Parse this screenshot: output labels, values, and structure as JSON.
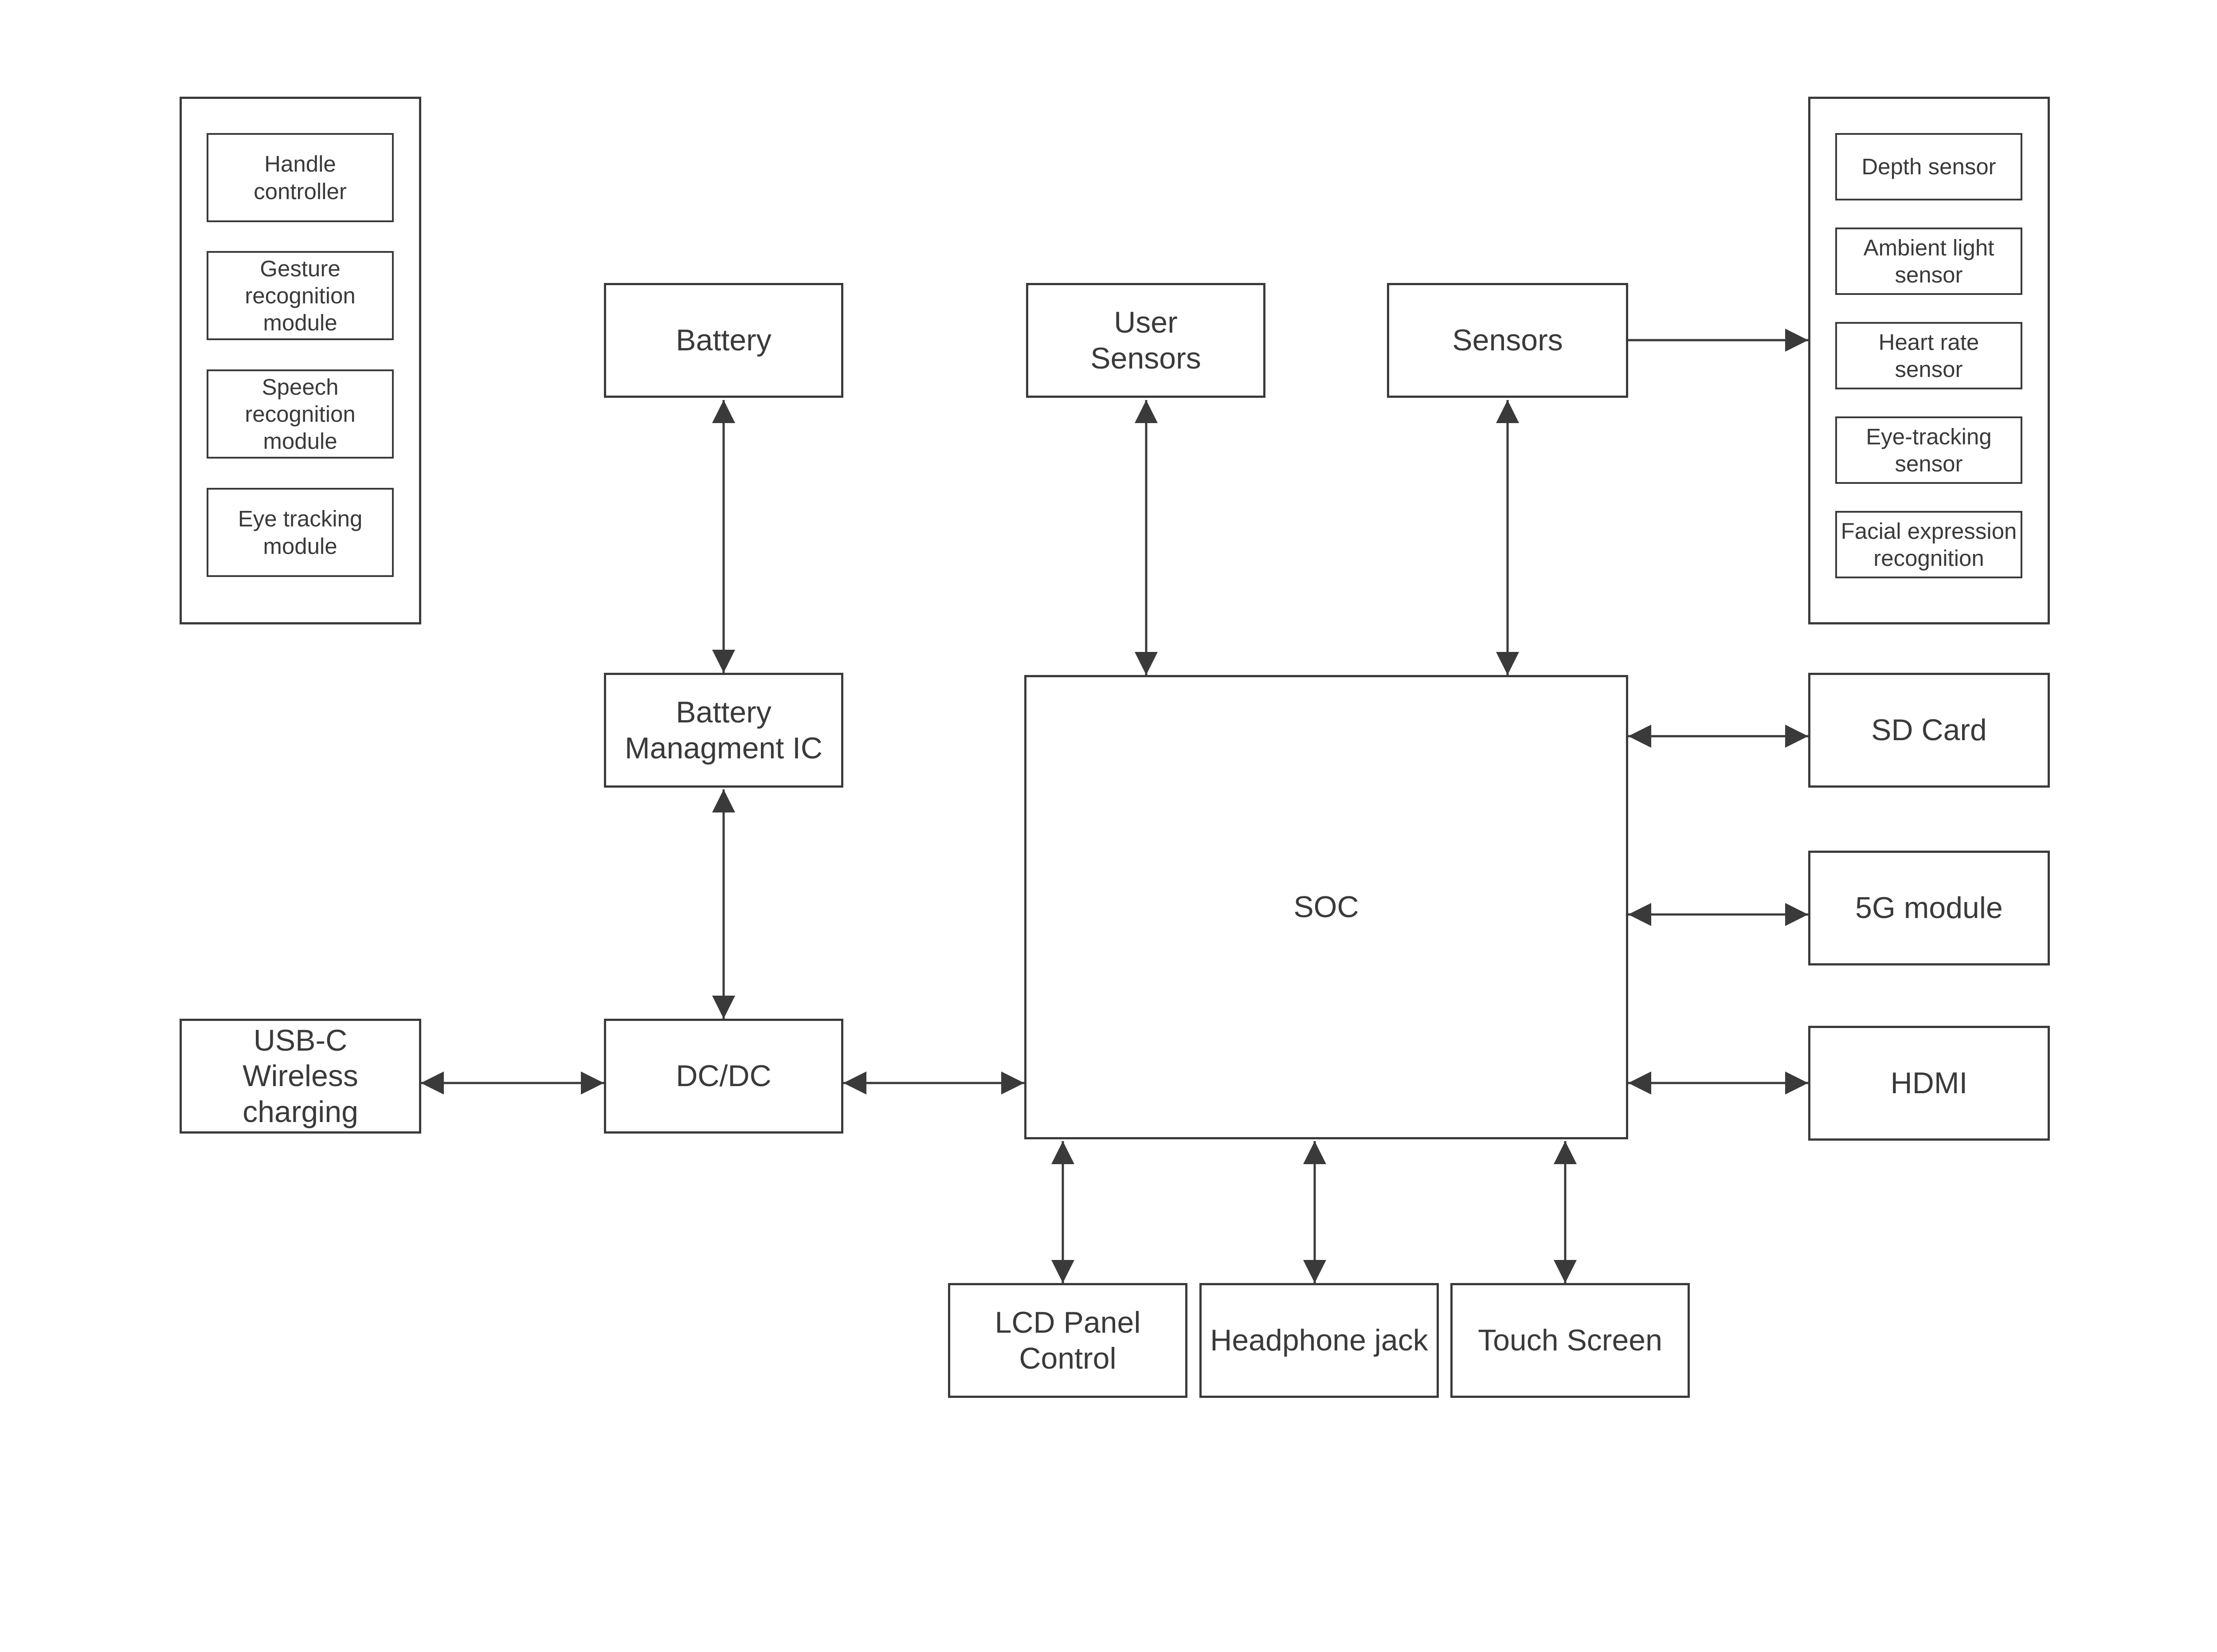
{
  "left_group": {
    "items": [
      "Handle\ncontroller",
      "Gesture\nrecognition\nmodule",
      "Speech\nrecognition\nmodule",
      "Eye tracking\nmodule"
    ]
  },
  "right_group": {
    "items": [
      "Depth sensor",
      "Ambient light\nsensor",
      "Heart rate\nsensor",
      "Eye-tracking\nsensor",
      "Facial expression\nrecognition"
    ]
  },
  "blocks": {
    "battery": "Battery",
    "user_sensors": "User\nSensors",
    "sensors": "Sensors",
    "bms": "Battery\nManagment IC",
    "soc": "SOC",
    "sd_card": "SD Card",
    "fiveg": "5G module",
    "hdmi": "HDMI",
    "usbc": "USB-C\nWireless\ncharging",
    "dcdc": "DC/DC",
    "lcd": "LCD Panel\nControl",
    "headphone": "Headphone jack",
    "touch": "Touch Screen"
  },
  "colors": {
    "stroke": "#3a3a3a",
    "background": "#ffffff"
  }
}
